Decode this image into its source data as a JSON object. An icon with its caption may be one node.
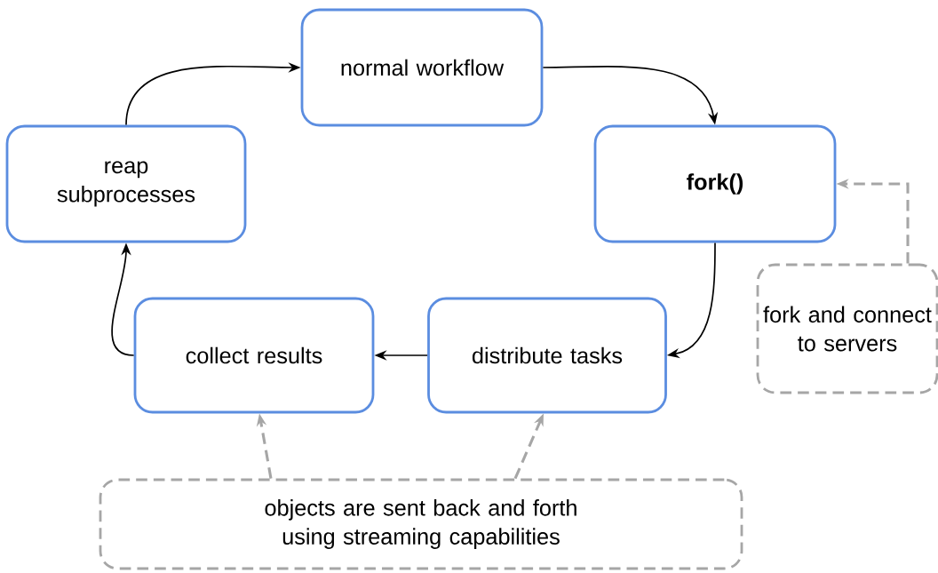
{
  "diagram": {
    "nodes": [
      {
        "text": [
          "normal workflow"
        ]
      },
      {
        "text": [
          "fork()"
        ]
      },
      {
        "text": [
          "fork and connect to servers"
        ]
      },
      {
        "text": [
          "distribute tasks"
        ]
      },
      {
        "text": [
          "collect results"
        ]
      },
      {
        "text": [
          "reap subprocesses"
        ]
      },
      {
        "text": [
          "objects are sent back and forth using streaming capabilities"
        ]
      }
    ],
    "edges": [
      {
        "from": 0,
        "to": 1,
        "arrow": "to"
      },
      {
        "from": 1,
        "to": 3,
        "arrow": "to"
      },
      {
        "from": 3,
        "to": 4,
        "arrow": "to"
      },
      {
        "from": 4,
        "to": 5,
        "arrow": "to"
      },
      {
        "from": 5,
        "to": 0,
        "arrow": "to"
      },
      {
        "from": 2,
        "to": 1,
        "arrow": "to",
        "style": "dashed",
        "color": "#a6a6a6"
      },
      {
        "from": 6,
        "to": 4,
        "arrow": "to",
        "style": "dashed",
        "color": "#a6a6a6"
      },
      {
        "from": 6,
        "to": 3,
        "arrow": "to",
        "style": "dashed",
        "color": "#a6a6a6"
      }
    ]
  }
}
